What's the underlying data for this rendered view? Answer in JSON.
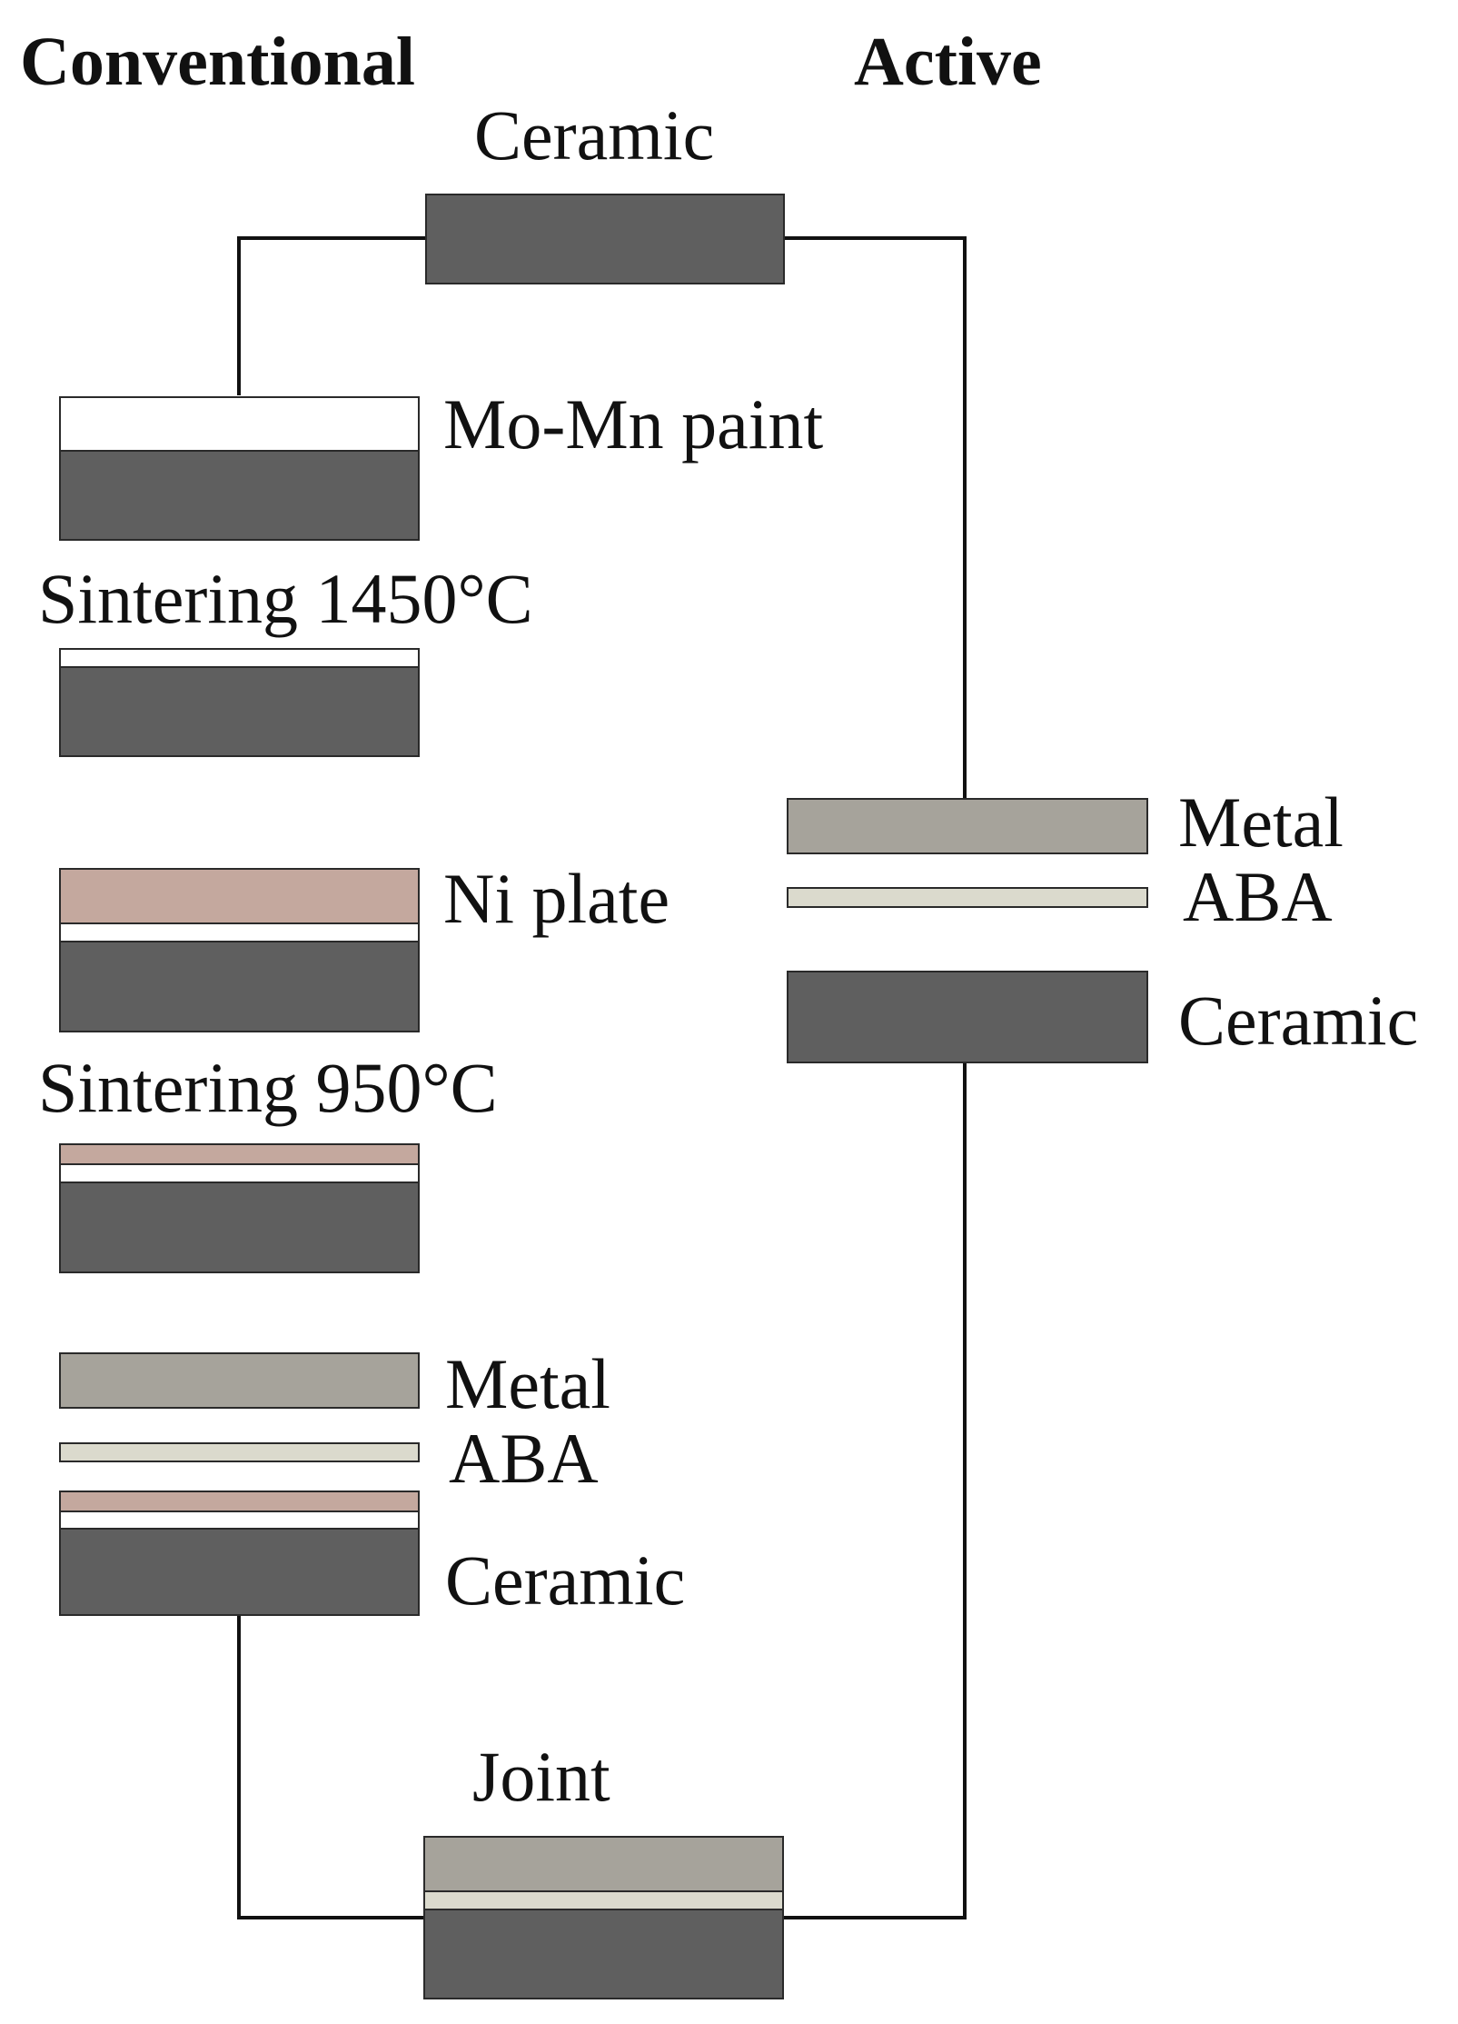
{
  "headers": {
    "conventional": "Conventional",
    "active": "Active"
  },
  "labels": {
    "ceramic_top": "Ceramic",
    "mo_mn_paint": "Mo-Mn paint",
    "sintering_1450": "Sintering 1450°C",
    "ni_plate": "Ni plate",
    "sintering_950": "Sintering 950°C",
    "conv_metal": "Metal",
    "conv_aba": "ABA",
    "conv_ceramic": "Ceramic",
    "active_metal": "Metal",
    "active_aba": "ABA",
    "active_ceramic": "Ceramic",
    "joint": "Joint"
  },
  "colors": {
    "ceramic": "#5f5f5f",
    "mo_mn_paint": "#ffffff",
    "ni_plate": "#c4a89e",
    "metal": "#a6a39b",
    "aba": "#dbdacd",
    "connector_line": "#111111"
  }
}
